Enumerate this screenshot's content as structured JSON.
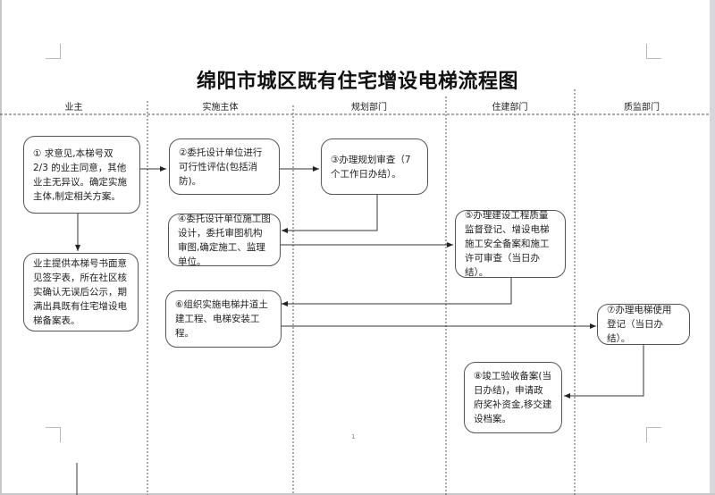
{
  "document": {
    "title": "绵阳市城区既有住宅增设电梯流程图",
    "page_number": "1"
  },
  "lanes": [
    {
      "label": "业主"
    },
    {
      "label": "实施主体"
    },
    {
      "label": "规划部门"
    },
    {
      "label": "住建部门"
    },
    {
      "label": "质监部门"
    }
  ],
  "steps": {
    "step1": "① 求意见,本梯号双 2/3 的业主同意，其他业主无异议。确定实施主体,制定相关方案。",
    "step1b": "业主提供本梯号书面意见签字表，所在社区核实确认无误后公示，期满出具既有住宅增设电梯备案表。",
    "step2": "②委托设计单位进行可行性评估(包括消防)。",
    "step3": "③办理规划审查（7 个工作日办结）。",
    "step4": "④委托设计单位施工图设计，委托审图机构审图,确定施工、监理单位。",
    "step5": "⑤办理建设工程质量监督登记、增设电梯施工安全备案和施工许可审查（当日办结）。",
    "step6": "⑥组织实施电梯井道土建工程、电梯安装工程。",
    "step7": "⑦办理电梯使用登记（当日办结）。",
    "step8": "⑧竣工验收备案(当日办结)，申请政府奖补资金,移交建设档案。"
  },
  "colors": {
    "line": "#333333",
    "box_border": "#555555",
    "lane_divider": "#555555"
  }
}
